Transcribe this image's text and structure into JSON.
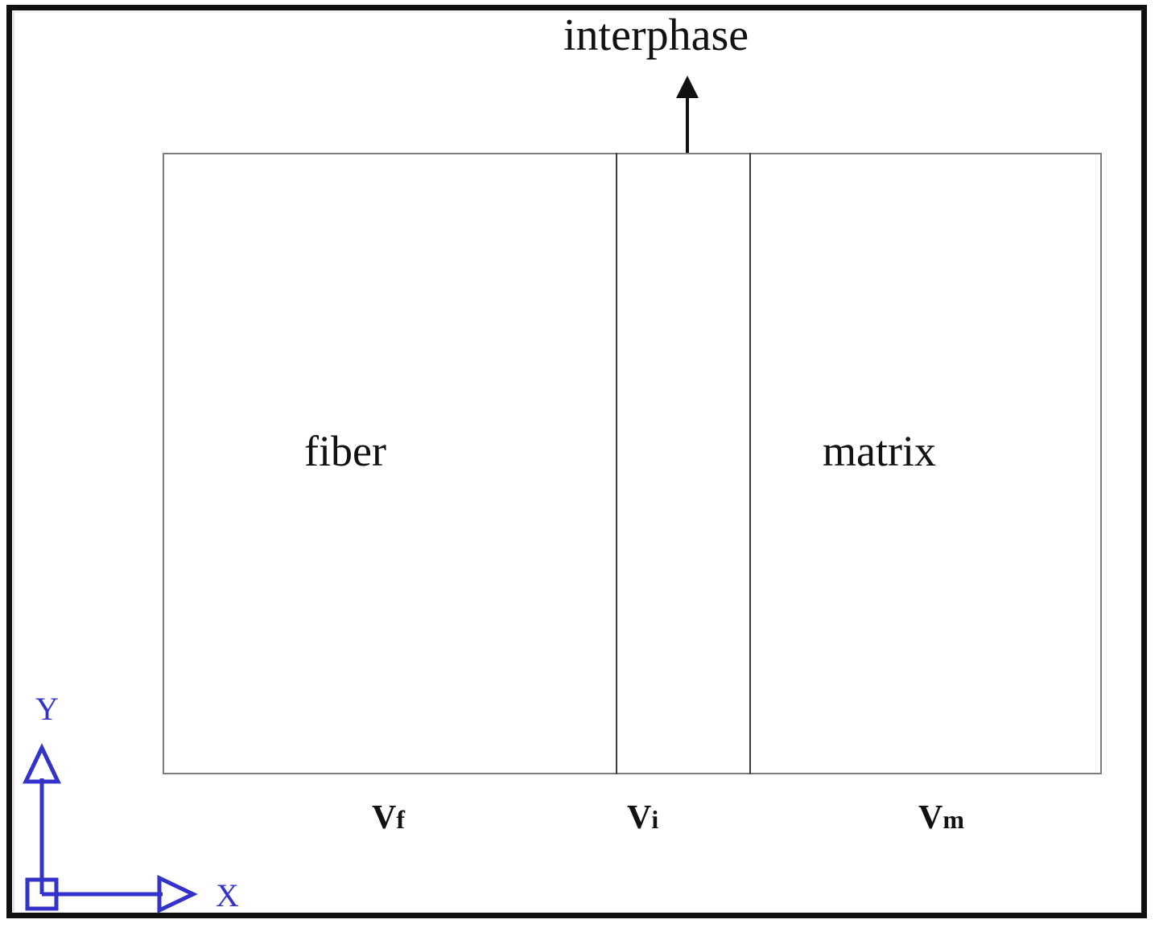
{
  "figure": {
    "title": "",
    "background_color": "#ffffff",
    "frame_color": "#111111"
  },
  "callout": {
    "label": "interphase",
    "arrow_icon": "up-arrow-icon",
    "arrow_color": "#111111"
  },
  "rve": {
    "border_color": "#7d7d7d",
    "divider_color": "#3a3a3a",
    "regions": [
      {
        "key": "fiber",
        "label": "fiber",
        "volume_symbol": "V",
        "volume_subscript": "f"
      },
      {
        "key": "interphase",
        "label": "",
        "volume_symbol": "V",
        "volume_subscript": "i"
      },
      {
        "key": "matrix",
        "label": "matrix",
        "volume_symbol": "V",
        "volume_subscript": "m"
      }
    ]
  },
  "ucs": {
    "color": "#3333cc",
    "x_label": "X",
    "y_label": "Y",
    "origin_icon": "ucs-origin-square-icon",
    "x_arrow_icon": "x-axis-arrow-icon",
    "y_arrow_icon": "y-axis-arrow-icon"
  }
}
